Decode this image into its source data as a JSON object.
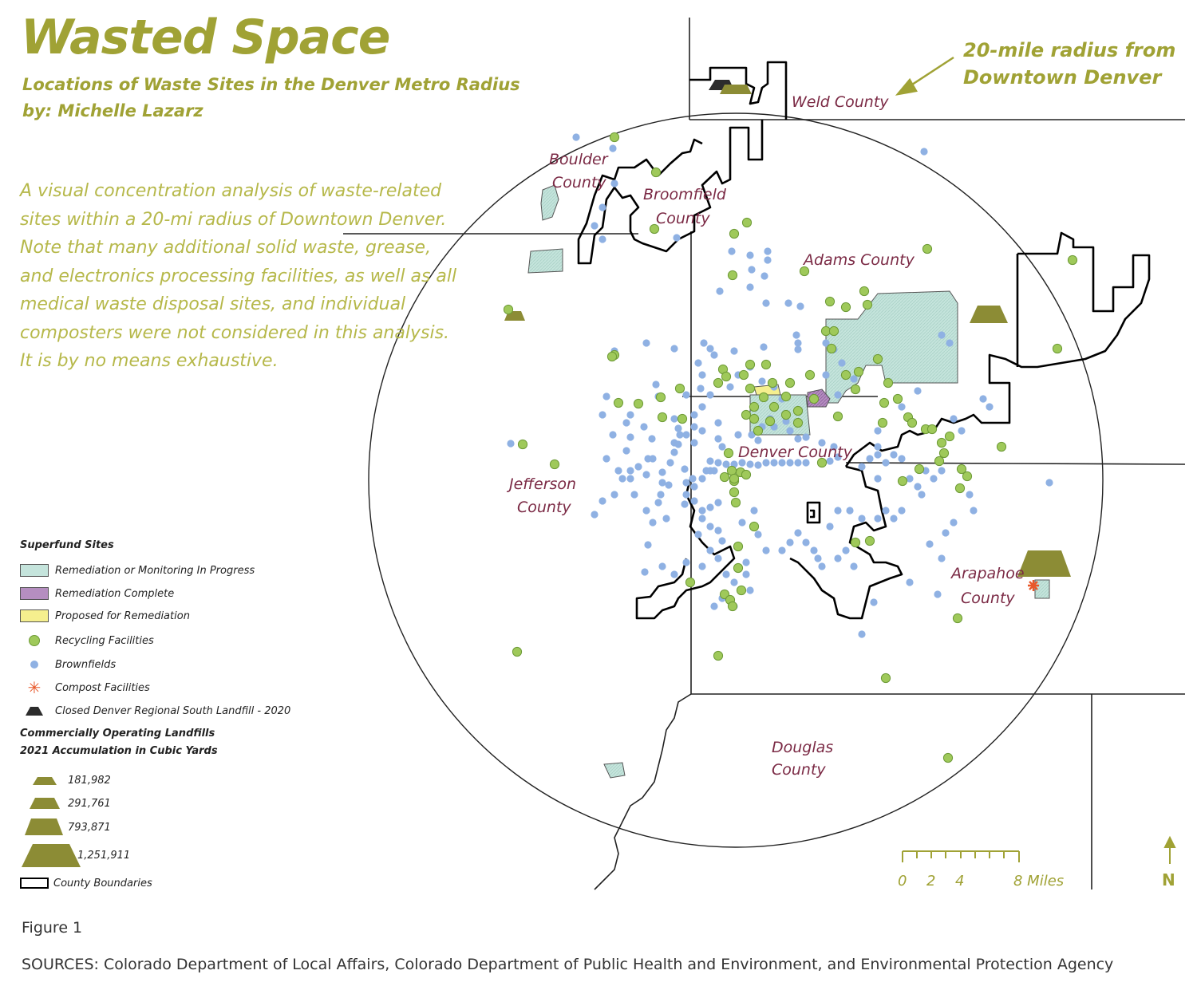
{
  "title": "Wasted Space",
  "subtitle_line1": "Locations of Waste Sites in the Denver Metro Radius",
  "subtitle_line2": "by: Michelle Lazarz",
  "description": "A visual concentration analysis of waste-related sites within a 20-mi radius of Downtown Denver. Note that many additional solid waste, grease, and electronics processing facilities, as well as all medical waste disposal sites, and individual composters were not considered in this analysis. It is by no means exhaustive.",
  "callout_line1": "20-mile radius from",
  "callout_line2": "Downtown Denver",
  "counties": {
    "weld": "Weld County",
    "boulder1": "Boulder",
    "boulder2": "County",
    "broomfield1": "Broomfield",
    "broomfield2": "County",
    "adams": "Adams County",
    "denver": "Denver County",
    "jefferson1": "Jefferson",
    "jefferson2": "County",
    "arapahoe1": "Arapahoe",
    "arapahoe2": "County",
    "douglas1": "Douglas",
    "douglas2": "County"
  },
  "legend": {
    "superfund_heading": "Superfund Sites",
    "remediation_progress": "Remediation or Monitoring In Progress",
    "remediation_complete": "Remediation Complete",
    "proposed": "Proposed for Remediation",
    "recycling": "Recycling Facilities",
    "brownfields": "Brownfields",
    "compost": "Compost Facilities",
    "closed_landfill": "Closed Denver Regional South Landfill - 2020",
    "landfills_heading1": "Commercially Operating Landfills",
    "landfills_heading2": "2021 Accumulation in Cubic Yards",
    "landfill_sizes": [
      "181,982",
      "291,761",
      "793,871",
      "1,251,911"
    ],
    "county_boundaries": "County Boundaries"
  },
  "colors": {
    "olive": "#a0a235",
    "landfill": "#8c8c35",
    "superfund_progress": "#c5e4dc",
    "superfund_complete": "#b58ec0",
    "proposed": "#f5ef8e",
    "recycling": "#9fc95a",
    "brownfields": "#8fb1e3",
    "compost": "#e8582a",
    "county_label": "#7b2a45"
  },
  "scale": {
    "ticks": [
      "0",
      "2",
      "4",
      "8 Miles"
    ]
  },
  "north_label": "N",
  "figure_label": "Figure 1",
  "sources": "SOURCES: Colorado Department of Local Affairs, Colorado Department of Public Health and Environment, and Environmental Protection Agency"
}
